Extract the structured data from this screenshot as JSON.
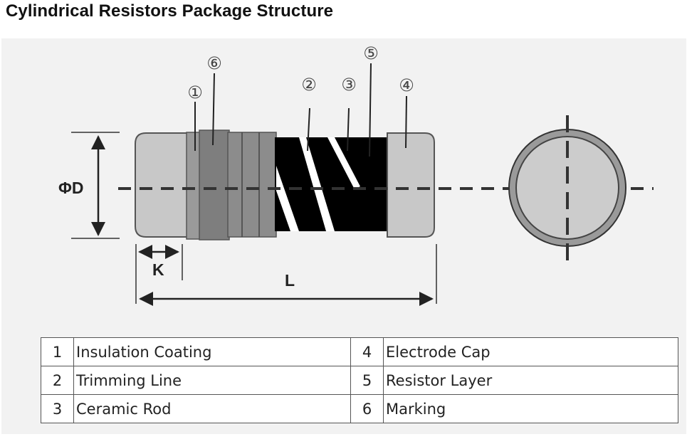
{
  "title": "Cylindrical Resistors Package Structure",
  "labels": {
    "phi_d": "ΦD",
    "k": "K",
    "l": "L"
  },
  "callouts": [
    "①",
    "②",
    "③",
    "④",
    "⑤",
    "⑥"
  ],
  "colors": {
    "panel": "#f2f2f2",
    "end_cap": "#c8c8c8",
    "coating": "#8c8c8c",
    "resistor_layer": "#000000"
  },
  "legend": [
    {
      "num": "1",
      "text": "Insulation Coating"
    },
    {
      "num": "2",
      "text": "Trimming Line"
    },
    {
      "num": "3",
      "text": "Ceramic Rod"
    },
    {
      "num": "4",
      "text": "Electrode Cap"
    },
    {
      "num": "5",
      "text": "Resistor Layer"
    },
    {
      "num": "6",
      "text": "Marking"
    }
  ]
}
